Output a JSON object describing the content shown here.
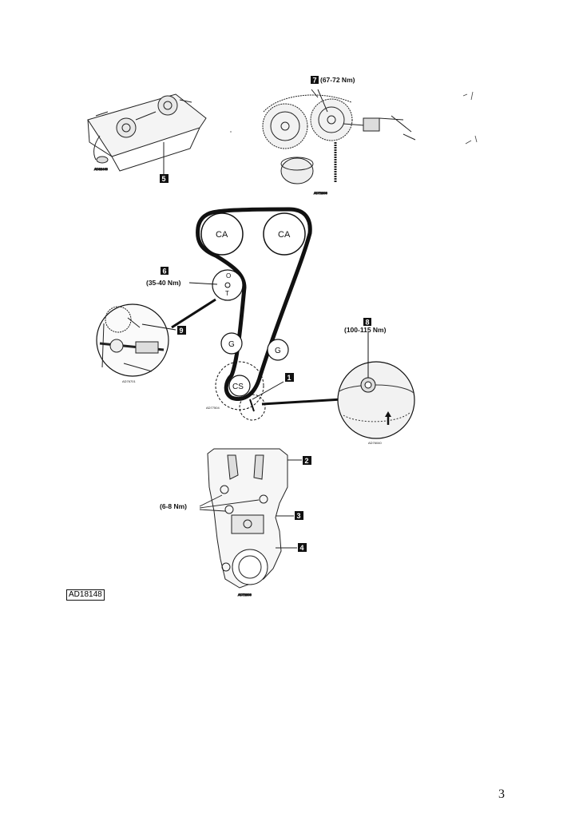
{
  "diagram": {
    "reference_code": "AD18148",
    "page_number": "3",
    "steps": [
      {
        "number": "1",
        "torque": ""
      },
      {
        "number": "2",
        "torque": ""
      },
      {
        "number": "3",
        "torque": ""
      },
      {
        "number": "4",
        "torque": ""
      },
      {
        "number": "5",
        "torque": ""
      },
      {
        "number": "6",
        "torque": "(35-40 Nm)"
      },
      {
        "number": "7",
        "torque": "(67-72 Nm)"
      },
      {
        "number": "8",
        "torque": "(100-115 Nm)"
      },
      {
        "number": "9",
        "torque": ""
      }
    ],
    "cover_bolts_torque": "(6-8 Nm)",
    "pulleys": {
      "camshaft_left": "CA",
      "camshaft_right": "CA",
      "tensioner_top": "O",
      "tensioner_bottom": "T",
      "guide_left": "G",
      "guide_right": "G",
      "crankshaft": "CS"
    },
    "inset_codes": {
      "camshafts_head": "AD82446",
      "camshaft_tool": "AD72806",
      "tensioner_tool": "AD76701",
      "crankshaft_pulley": "AD77504",
      "crank_mark": "AD76040",
      "covers": "AD72806"
    },
    "accent_color": "#111111"
  }
}
